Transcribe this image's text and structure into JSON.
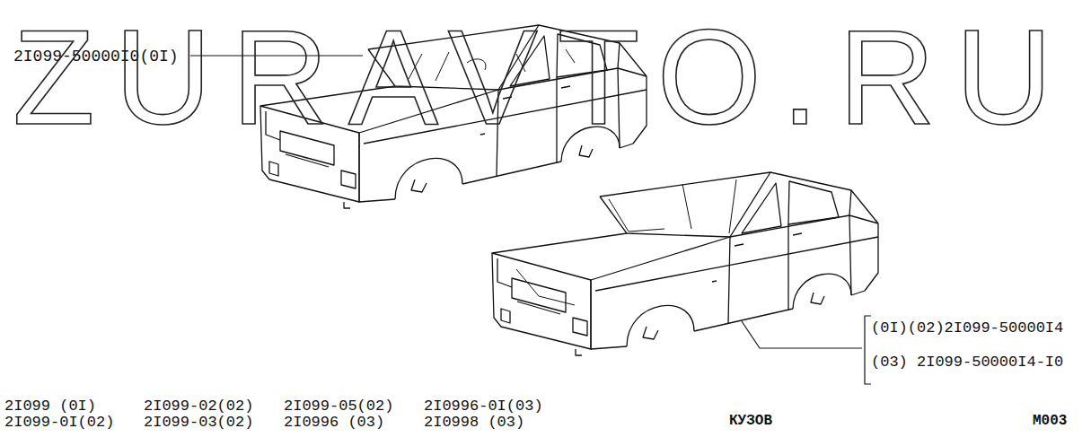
{
  "diagram": {
    "labels": [
      "2I099-50000I0(0I)",
      "ZURAVTO.RU",
      "(0I)(02)2I099-50000I4",
      "(03) 2I099-50000I4-I0",
      "2I099 (0I)",
      "2I099-0I(02)",
      "2I099-02(02)",
      "2I099-03(02)",
      "2I099-05(02)",
      "2I0996 (03)",
      "2I0996-0I(03)",
      "2I0998 (03)",
      "КУЗОВ",
      "M003"
    ]
  }
}
